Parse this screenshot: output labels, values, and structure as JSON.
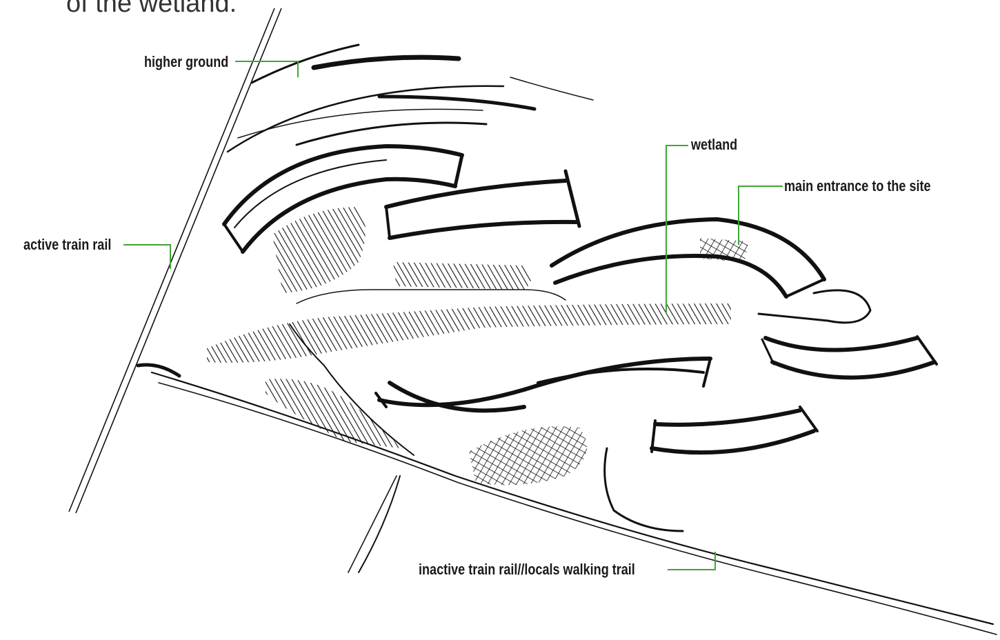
{
  "caption": "of the wetland.",
  "labels": {
    "higher_ground": "higher ground",
    "active_train_rail": "active train rail",
    "wetland": "wetland",
    "main_entrance": "main entrance to the site",
    "inactive_rail": "inactive train rail//locals walking trail"
  },
  "colors": {
    "leader_line": "#3fa535",
    "ink": "#111111"
  }
}
